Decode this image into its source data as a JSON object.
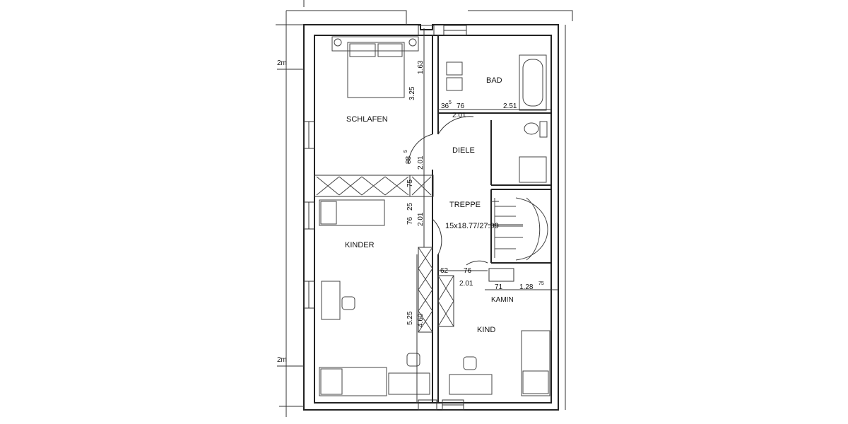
{
  "rooms": {
    "schlafen": "SCHLAFEN",
    "bad": "BAD",
    "diele": "DIELE",
    "treppe": "TREPPE",
    "stair_spec": "15x18.77/27.99",
    "kinder": "KINDER",
    "kamin": "KAMIN",
    "kind": "KIND"
  },
  "scale": {
    "top": "2m",
    "bottom": "2m"
  },
  "dimensions": {
    "d_163": "1.63",
    "d_325": "3.25",
    "d_36": "36",
    "d_36_sup": "5",
    "d_76_top": "76",
    "d_201_top": "2.01",
    "d_251": "2.51",
    "d_88": "88",
    "d_88_sup": "5",
    "d_201_left": "2.01",
    "d_75": "75",
    "d_76_25": "76",
    "d_25": "25",
    "d_201_mid": "2.01",
    "d_62": "62",
    "d_76_low": "76",
    "d_201_low": "2.01",
    "d_71": "71",
    "d_128": "1.28",
    "d_128_sup": "75",
    "d_525": "5.25",
    "d_460": "4.60"
  }
}
